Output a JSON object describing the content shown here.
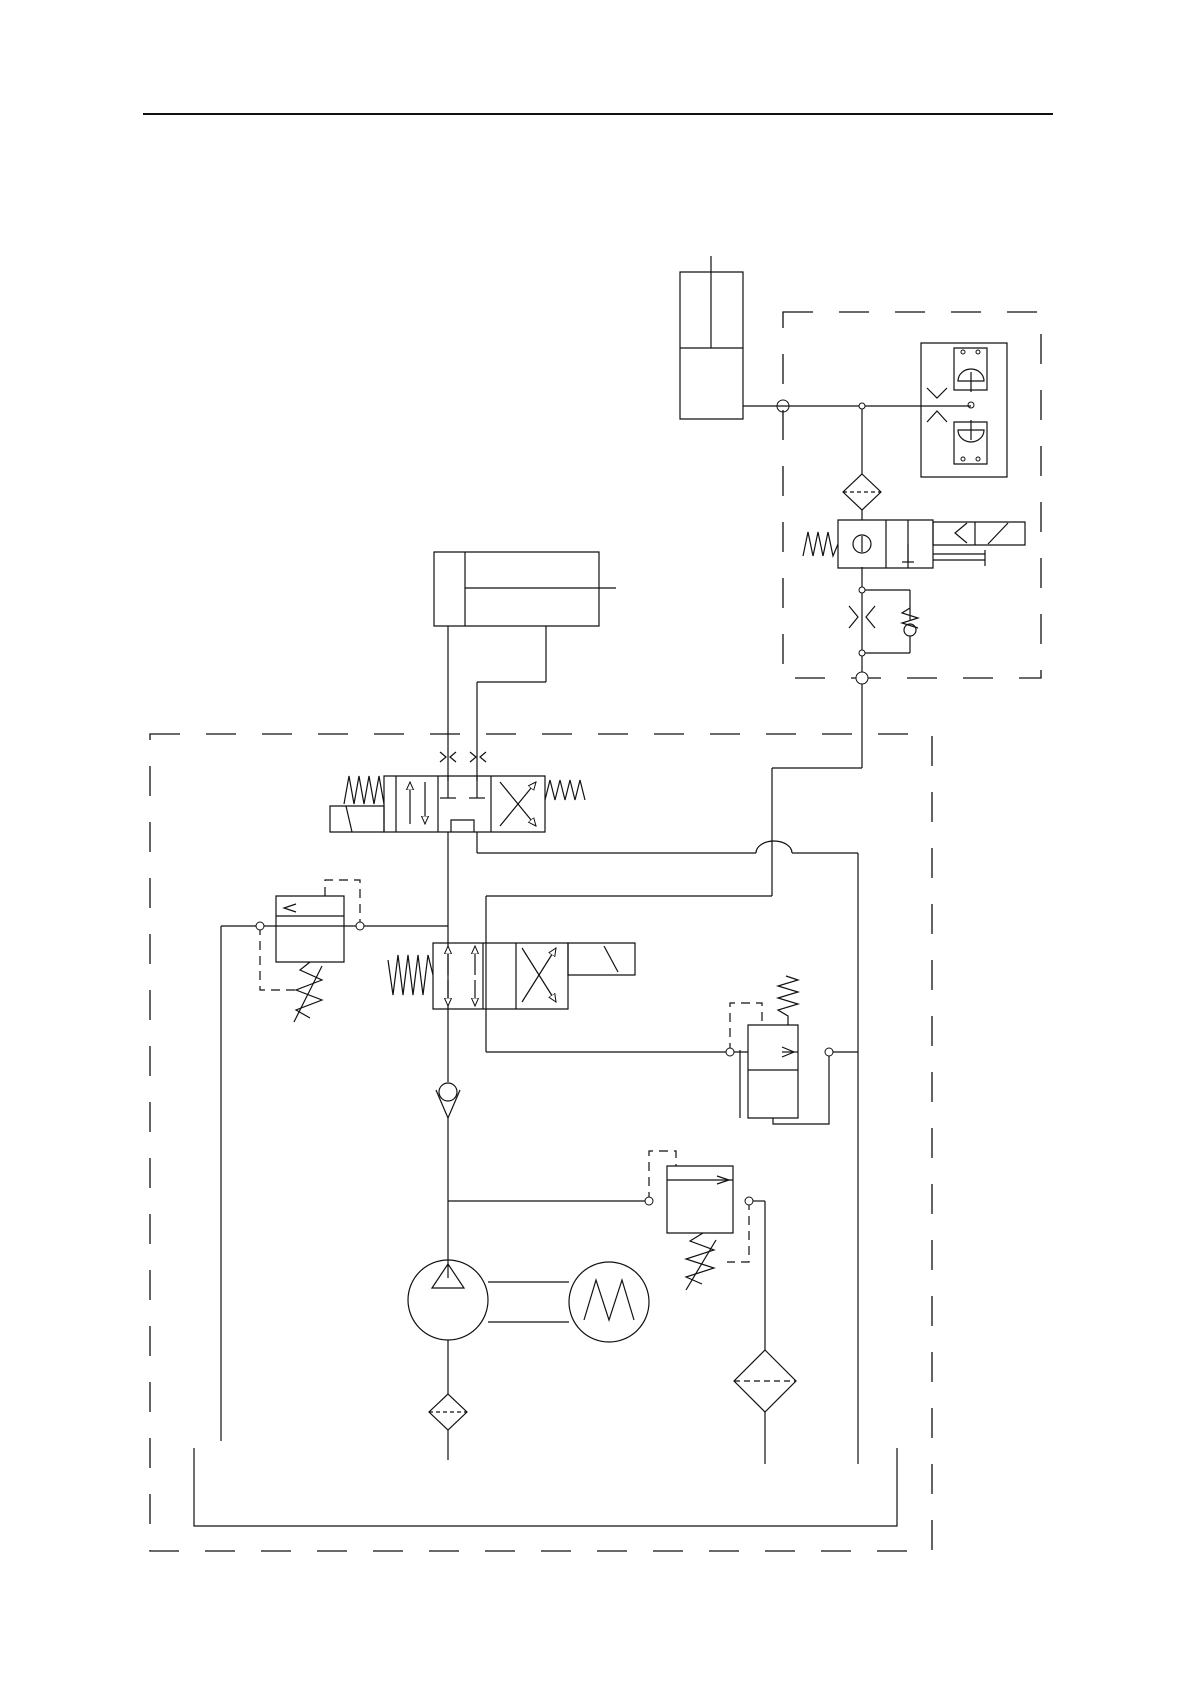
{
  "page": {
    "background": "#ffffff",
    "line_color": "#111111"
  },
  "components": [
    "header-rule",
    "cylinder-vertical",
    "cylinder-horizontal",
    "pilot-subcircuit-boundary",
    "pressure-switch-block",
    "pilot-filter",
    "pilot-solenoid-valve",
    "pilot-check-throttle",
    "main-hydraulic-boundary",
    "main-directional-valve",
    "secondary-directional-valve",
    "relief-valve-left",
    "pressure-valve-right",
    "relief-valve-bottom",
    "check-valve",
    "hydraulic-pump",
    "electric-motor",
    "suction-filter",
    "return-filter",
    "reservoir"
  ]
}
